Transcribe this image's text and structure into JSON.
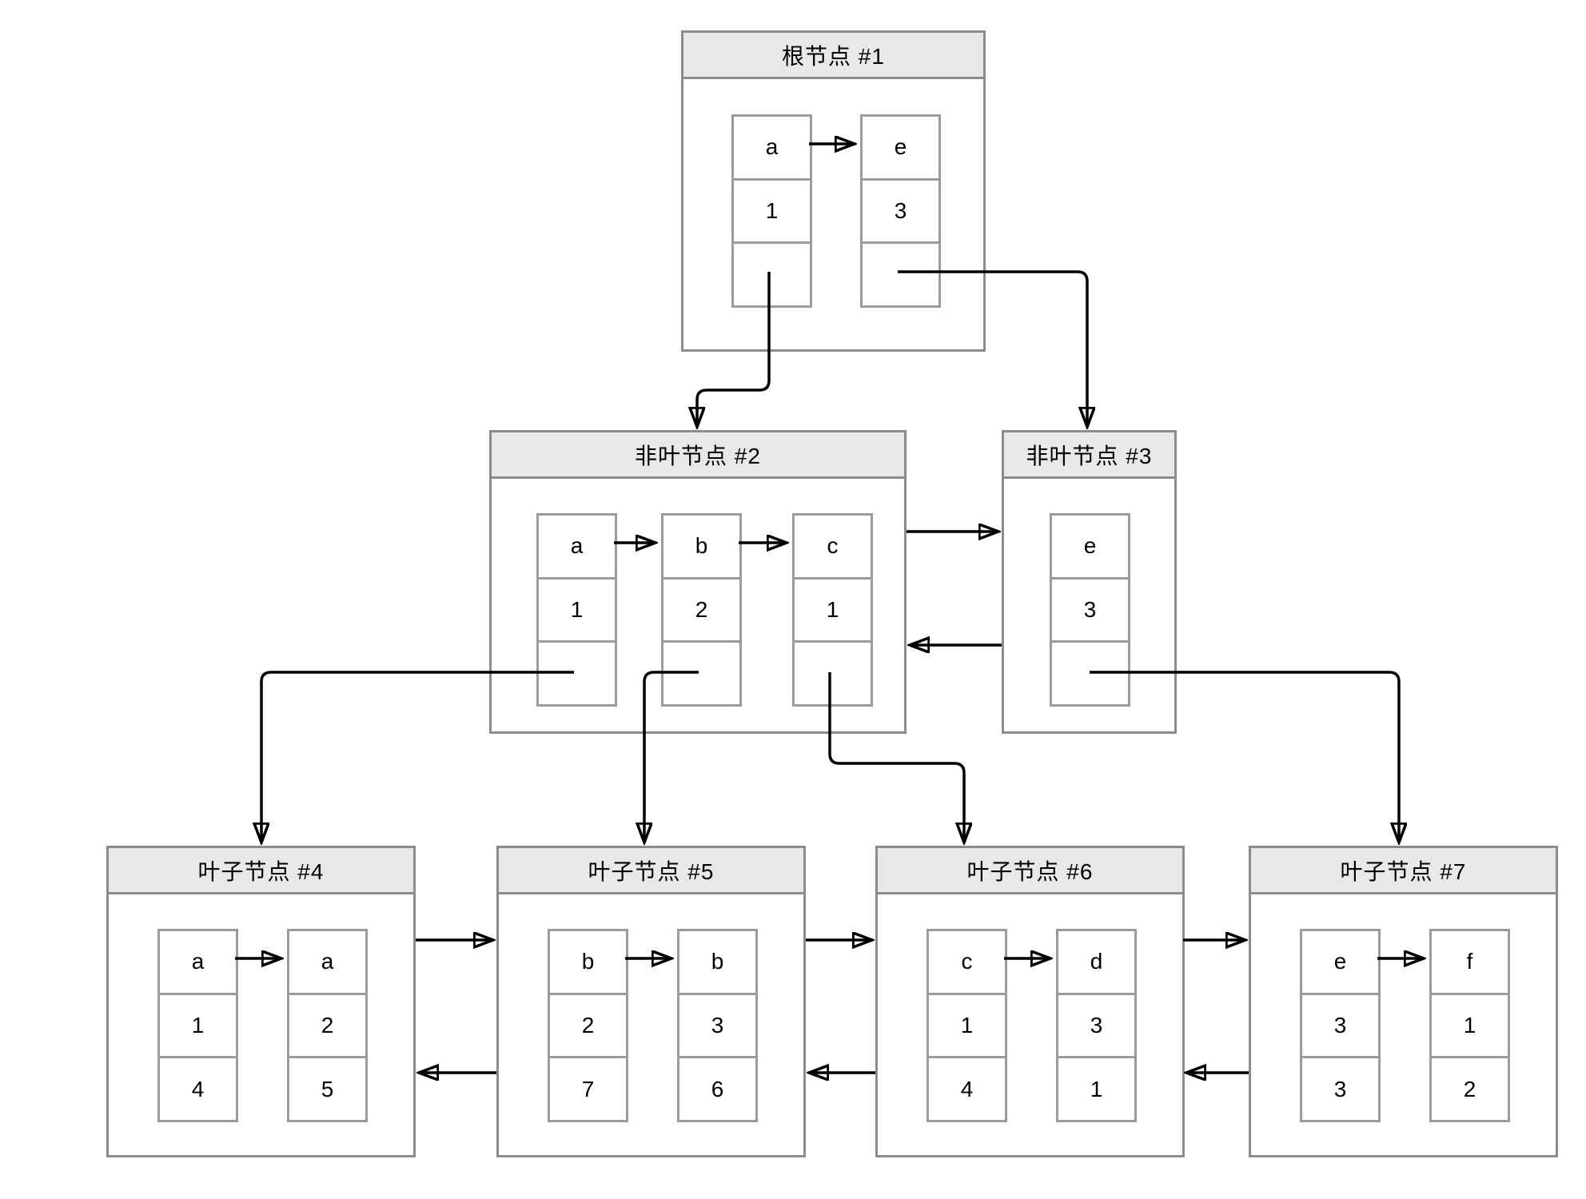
{
  "diagram": {
    "type": "bplus-tree-structure",
    "background_color": "#ffffff",
    "title_bar_color": "#e8e8e8",
    "box_border_color": "#8c8c8c",
    "cell_border_color": "#9b9b9b",
    "wire_color": "#000000",
    "nodes": [
      {
        "id": "1",
        "title": "根节点 #1",
        "kind": "root",
        "cells": [
          {
            "r1": "a",
            "r2": "1",
            "r3": ""
          },
          {
            "r1": "e",
            "r2": "3",
            "r3": ""
          }
        ]
      },
      {
        "id": "2",
        "title": "非叶节点 #2",
        "kind": "internal",
        "cells": [
          {
            "r1": "a",
            "r2": "1",
            "r3": ""
          },
          {
            "r1": "b",
            "r2": "2",
            "r3": ""
          },
          {
            "r1": "c",
            "r2": "1",
            "r3": ""
          }
        ]
      },
      {
        "id": "3",
        "title": "非叶节点 #3",
        "kind": "internal",
        "cells": [
          {
            "r1": "e",
            "r2": "3",
            "r3": ""
          }
        ]
      },
      {
        "id": "4",
        "title": "叶子节点 #4",
        "kind": "leaf",
        "cells": [
          {
            "r1": "a",
            "r2": "1",
            "r3": "4"
          },
          {
            "r1": "a",
            "r2": "2",
            "r3": "5"
          }
        ]
      },
      {
        "id": "5",
        "title": "叶子节点 #5",
        "kind": "leaf",
        "cells": [
          {
            "r1": "b",
            "r2": "2",
            "r3": "7"
          },
          {
            "r1": "b",
            "r2": "3",
            "r3": "6"
          }
        ]
      },
      {
        "id": "6",
        "title": "叶子节点 #6",
        "kind": "leaf",
        "cells": [
          {
            "r1": "c",
            "r2": "1",
            "r3": "4"
          },
          {
            "r1": "d",
            "r2": "3",
            "r3": "1"
          }
        ]
      },
      {
        "id": "7",
        "title": "叶子节点 #7",
        "kind": "leaf",
        "cells": [
          {
            "r1": "e",
            "r2": "3",
            "r3": "3"
          },
          {
            "r1": "f",
            "r2": "1",
            "r3": "2"
          }
        ]
      }
    ],
    "links": [
      {
        "from": "根节点 #1 cell a pointer",
        "to": "非叶节点 #2 top"
      },
      {
        "from": "根节点 #1 cell e pointer",
        "to": "非叶节点 #3 top"
      },
      {
        "from": "非叶节点 #2 cell a pointer",
        "to": "叶子节点 #4 top"
      },
      {
        "from": "非叶节点 #2 cell b pointer",
        "to": "叶子节点 #5 top"
      },
      {
        "from": "非叶节点 #2 cell c pointer",
        "to": "叶子节点 #6 top"
      },
      {
        "from": "非叶节点 #3 cell e pointer",
        "to": "叶子节点 #7 top"
      },
      {
        "from": "非叶节点 #2",
        "to": "非叶节点 #3",
        "dir": "forward"
      },
      {
        "from": "非叶节点 #3",
        "to": "非叶节点 #2",
        "dir": "backward"
      },
      {
        "from": "叶子节点 #4",
        "to": "叶子节点 #5",
        "dir": "forward"
      },
      {
        "from": "叶子节点 #5",
        "to": "叶子节点 #4",
        "dir": "backward"
      },
      {
        "from": "叶子节点 #5",
        "to": "叶子节点 #6",
        "dir": "forward"
      },
      {
        "from": "叶子节点 #6",
        "to": "叶子节点 #5",
        "dir": "backward"
      },
      {
        "from": "叶子节点 #6",
        "to": "叶子节点 #7",
        "dir": "forward"
      },
      {
        "from": "叶子节点 #7",
        "to": "叶子节点 #6",
        "dir": "backward"
      }
    ]
  }
}
